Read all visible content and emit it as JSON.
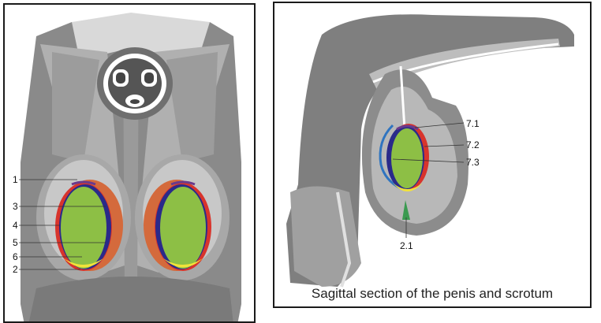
{
  "left_panel": {
    "labels": [
      "1",
      "3",
      "4",
      "5",
      "6",
      "2"
    ]
  },
  "right_panel": {
    "labels": [
      "7.1",
      "7.2",
      "7.3",
      "2.1"
    ],
    "caption": "Sagittal section of the penis and scrotum"
  },
  "colors": {
    "testis": "#8dbf45",
    "red_layer": "#d8342c",
    "blue_layer": "#2a2a8a",
    "orange_layer": "#d46a3c",
    "purple_layer": "#6a3a8c",
    "yellow_layer": "#f2e23a",
    "light_blue": "#2f74c0",
    "green_cord": "#3a9a50"
  }
}
